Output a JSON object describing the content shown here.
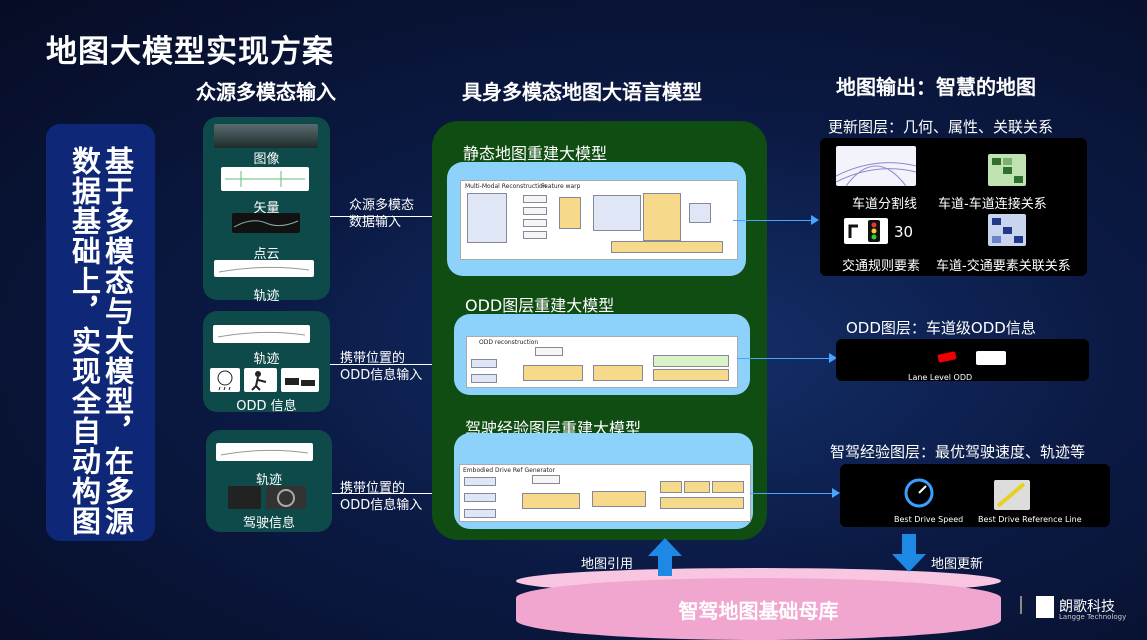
{
  "title": "地图大模型实现方案",
  "headers": {
    "input": "众源多模态输入",
    "model": "具身多模态地图大语言模型",
    "output": "地图输出：智慧的地图"
  },
  "vertical_text": {
    "col1": "基于多模态与大模型，在多源",
    "col2": "数据基础上，实现全自动构图"
  },
  "inputs": {
    "panel1": [
      "图像",
      "矢量",
      "点云",
      "轨迹"
    ],
    "panel2": [
      "轨迹",
      "ODD 信息"
    ],
    "panel3": [
      "轨迹",
      "驾驶信息"
    ]
  },
  "arrows": {
    "a1": [
      "众源多模态",
      "数据输入"
    ],
    "a2": [
      "携带位置的",
      "ODD信息输入"
    ],
    "a3": [
      "携带位置的",
      "ODD信息输入"
    ]
  },
  "models": {
    "m1": "静态地图重建大模型",
    "m2": "ODD图层重建大模型",
    "m3": "驾驶经验图层重建大模型"
  },
  "diagram_labels": {
    "d1_title": "Multi-Modal Reconstruction",
    "d1_fw": "Feature warp",
    "d2_title": "ODD reconstruction",
    "d3_title": "Embodied Drive Ref Generator"
  },
  "outputs": {
    "o1_title": "更新图层：几何、属性、关联关系",
    "o1_items": [
      "车道分割线",
      "车道-车道连接关系",
      "交通规则要素",
      "车道-交通要素关联关系"
    ],
    "o1_number": "30",
    "o2_title": "ODD图层：车道级ODD信息",
    "o2_caption": "Lane Level ODD",
    "o3_title": "智驾经验图层：最优驾驶速度、轨迹等",
    "o3_captions": [
      "Best Drive Speed",
      "Best Drive Reference Line"
    ]
  },
  "bottom": {
    "ref_label": "地图引用",
    "update_label": "地图更新",
    "db_label": "智驾地图基础母库"
  },
  "logo": {
    "name": "朗歌科技",
    "sub": "Langge Technology"
  },
  "colors": {
    "panel_teal": "#0d4a49",
    "panel_green": "#0f4d12",
    "box_blue": "#8dd2fb",
    "vert_box": "#0f2777",
    "db_pink": "#f0a6cf"
  }
}
